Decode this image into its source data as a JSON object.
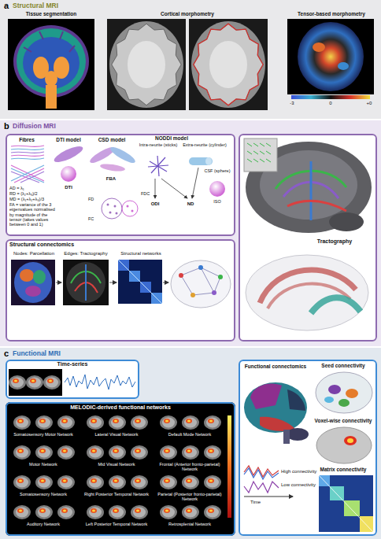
{
  "diagram": {
    "nodes": [
      {
        "text": [
          "a",
          "Structural MRI",
          "Tissue segmentation",
          "Cortical morphometry",
          "Tensor-based morphometry",
          "-3",
          "0",
          "+0"
        ]
      },
      {
        "text": [
          "b",
          "Diffusion MRI"
        ]
      },
      {
        "text": [
          "Fibres",
          "DTI model",
          "CSD model",
          "NODDI model",
          "Intra-neurite (sticks)",
          "Extra-neurite (cylinder)",
          "CSF (sphere)",
          "ISO",
          "DTI",
          "FBA",
          "FD",
          "FC",
          "FDC",
          "ODI",
          "ND",
          "AD = λ₁",
          "RD = (λ₂+λ₃)/2",
          "MD = (λ₁+λ₂+λ₃)/3",
          "FA = variance of the 3 eigenvalues normalised by magnitude of the tensor (takes values between 0 and 1)"
        ],
        "in": 1
      },
      {
        "text": [
          "Structural connectomics",
          "Nodes: Parcellation",
          "Edges: Tractography",
          "Structural networks"
        ],
        "in": 1
      },
      {
        "text": [
          "Tractography"
        ],
        "in": 1
      },
      {
        "text": [
          "c",
          "Functional MRI"
        ]
      },
      {
        "text": [
          "Time-series"
        ],
        "in": 5
      },
      {
        "text": [
          "MELODIC-derived functional networks",
          "Somatosensory Motor Network",
          "Lateral Visual Network",
          "Default Mode Network",
          "Motor Network",
          "Mid Visual Network",
          "Frontal (Anterior fronto-parietal) Network",
          "Somatosensory Network",
          "Right Posterior Temporal Network",
          "Parietal (Posterior fronto-parietal) Network",
          "Auditory Network",
          "Left Posterior Temporal Network",
          "Retrosplenial Network"
        ],
        "in": 5
      },
      {
        "text": [
          "Functional connectomics",
          "Seed connectivity",
          "Voxel-wise connectivity",
          "Matrix connectivity",
          "High connectivity",
          "Low connectivity",
          "Time"
        ],
        "in": 5
      }
    ]
  }
}
